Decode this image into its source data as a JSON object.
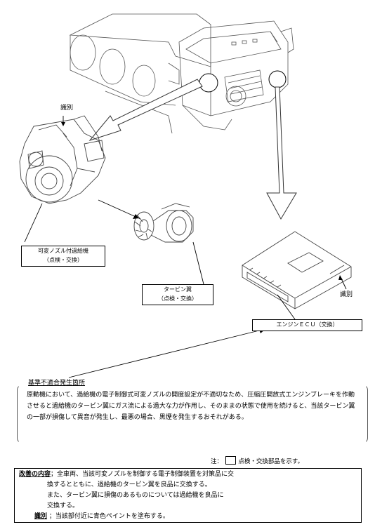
{
  "labels": {
    "shikibetsu_top": "識別",
    "shikibetsu_right": "識別",
    "vgt_line1": "可変ノズル付過給機",
    "vgt_line2": "（点検・交換）",
    "turbine_line1": "タービン翼",
    "turbine_line2": "（点検・交換）",
    "ecu": "エンジンＥＣＵ（交換）",
    "defect_heading": "基準不適合発生箇所"
  },
  "explanation": "原動機において、過給機の電子制御式可変ノズルの開度設定が不適切なため、圧縮圧開放式エンジンブレーキを作動させると過給機のタービン翼にガス流による過大な力が作用し、そのままの状態で使用を続けると、当該タービン翼の一部が損傷して異音が発生し、最悪の場合、黒煙を発生するおそれがある。",
  "note": {
    "prefix": "注：",
    "suffix": "点検・交換部品を示す。"
  },
  "improvement": {
    "heading": "改善の内容",
    "line1": "；全車両、当該可変ノズルを制御する電子制御装置を対策品に交",
    "line2": "換するとともに、過給機のタービン翼を良品に交換する。",
    "line3": "また、タービン翼に損傷のあるものについては過給機を良品に",
    "line4": "交換する。",
    "id_heading": "識別",
    "id_text": "；当該部付近に青色ペイントを塗布する。"
  }
}
